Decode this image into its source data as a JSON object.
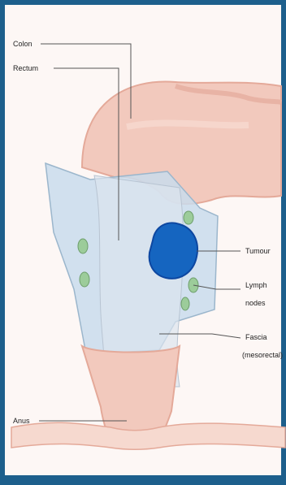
{
  "labels": {
    "colon": "Colon",
    "rectum": "Rectum",
    "tumour": "Tumour",
    "lymph_nodes_line1": "Lymph",
    "lymph_nodes_line2": "nodes",
    "fascia_line1": "Fascia",
    "fascia_line2": "(mesorectal)",
    "anus": "Anus"
  },
  "colors": {
    "frame_border": "#1d5f8c",
    "background": "#fdf7f5",
    "bowel": "#f2c9bd",
    "bowel_shadow": "#e4a999",
    "mesorectum": "#c9dcec",
    "tumour": "#1565c0",
    "lymph_node": "#9ccc9a"
  }
}
